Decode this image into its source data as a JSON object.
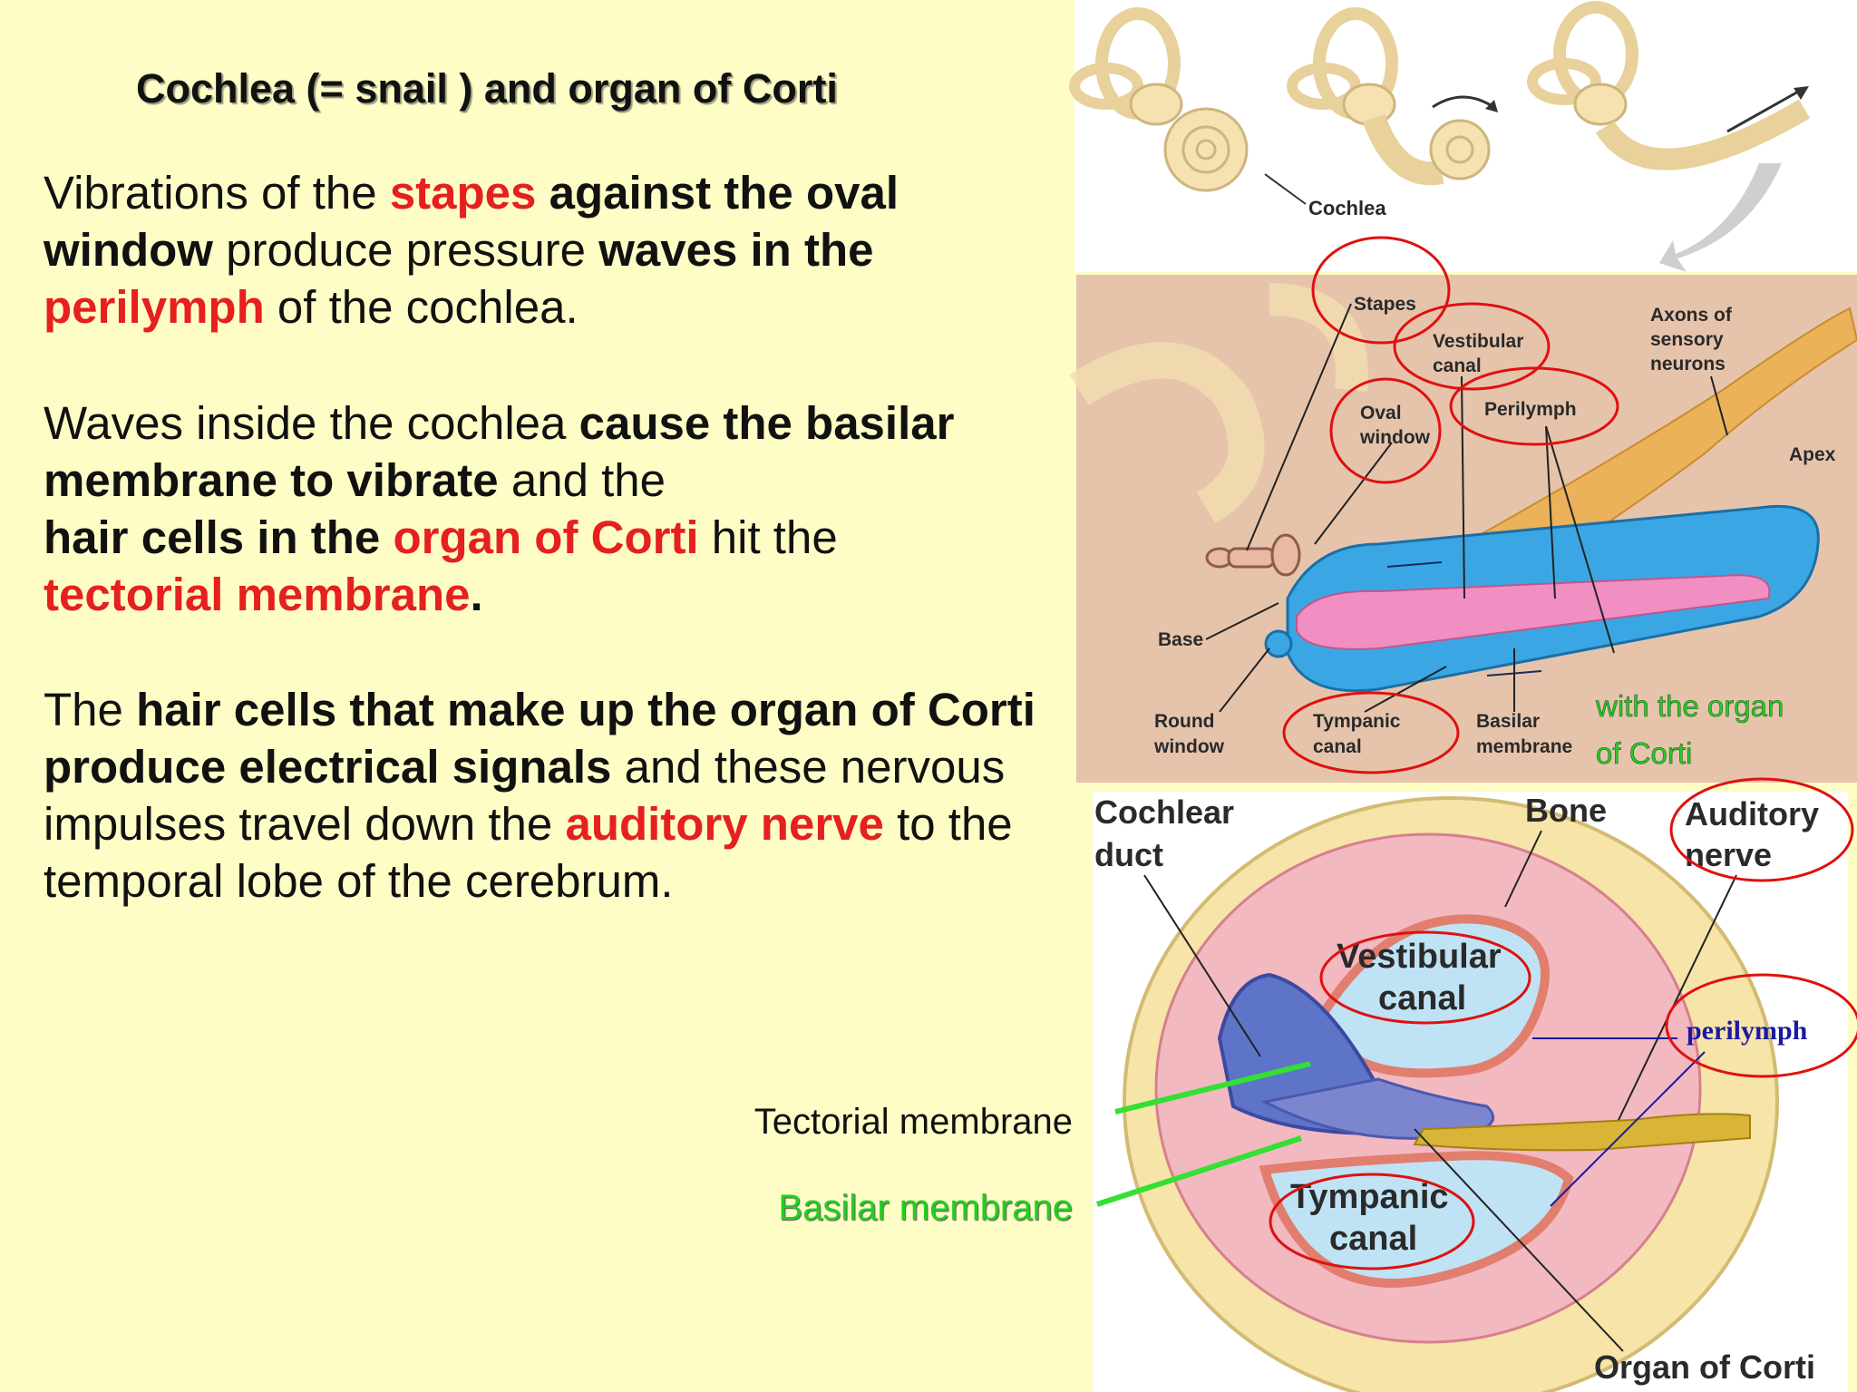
{
  "title": "Cochlea (= snail ) and organ of Corti",
  "paragraph1": {
    "t1": "Vibrations of the ",
    "t2": "stapes",
    "t3": " ",
    "t4": "against the oval window",
    "t5": " produce pressure ",
    "t6": "waves in the",
    "t7": " ",
    "t8": "perilymph",
    "t9": " of the cochlea."
  },
  "paragraph2": {
    "t1": "Waves  inside the cochlea ",
    "t2": "cause the basilar membrane to vibrate",
    "t3": " and the ",
    "t4": "hair cells in the ",
    "t5": "organ of Corti",
    "t6": " hit the ",
    "t7": "tectorial membrane",
    "t8": "."
  },
  "paragraph3": {
    "t1": "The ",
    "t2": "hair cells that make up the organ of Corti produce electrical signals",
    "t3": " and these nervous impulses travel down the ",
    "t4": "auditory nerve",
    "t5": " to the temporal lobe of the cerebrum."
  },
  "left_labels": {
    "tectorial": "Tectorial membrane",
    "basilar": "Basilar membrane"
  },
  "top_diagram": {
    "cochlea": "Cochlea"
  },
  "middle_diagram": {
    "stapes": "Stapes",
    "vestibular_1": "Vestibular",
    "vestibular_2": "canal",
    "axons_1": "Axons of",
    "axons_2": "sensory",
    "axons_3": "neurons",
    "oval_1": "Oval",
    "oval_2": "window",
    "perilymph": "Perilymph",
    "apex": "Apex",
    "base": "Base",
    "round_1": "Round",
    "round_2": "window",
    "tympanic_1": "Tympanic",
    "tympanic_2": "canal",
    "basilar_1": "Basilar",
    "basilar_2": "membrane",
    "organ_1": "with the organ",
    "organ_2": "of Corti"
  },
  "bottom_diagram": {
    "cochlear_1": "Cochlear",
    "cochlear_2": "duct",
    "bone": "Bone",
    "auditory_1": "Auditory",
    "auditory_2": "nerve",
    "vestibular_1": "Vestibular",
    "vestibular_2": "canal",
    "perilymph": "perilymph",
    "tympanic_1": "Tympanic",
    "tympanic_2": "canal",
    "organ": "Organ of Corti"
  },
  "colors": {
    "background": "#fefdc6",
    "highlight_red": "#e5201f",
    "green": "#1fd11f",
    "circle_red": "#e01010",
    "perilymph_blue": "#1a1aa0"
  }
}
